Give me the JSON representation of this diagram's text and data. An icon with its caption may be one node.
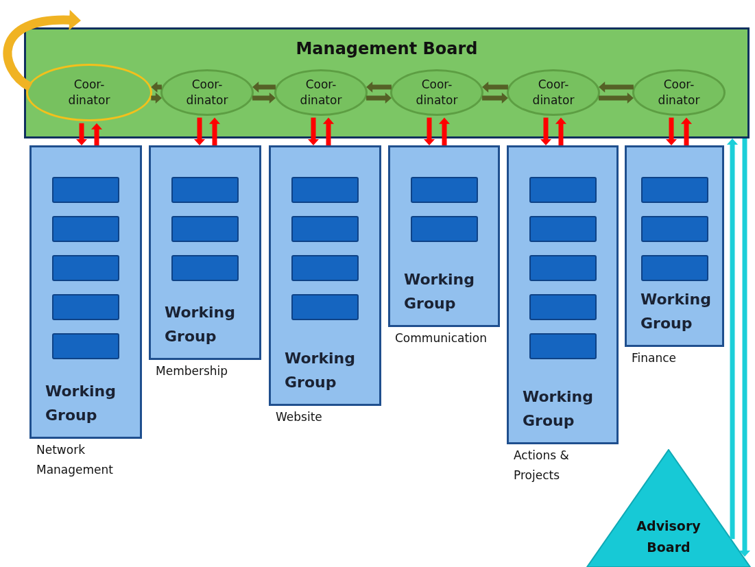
{
  "diagram": {
    "nodes": [
      {
        "text": [
          "Management Board"
        ]
      },
      {
        "text": [
          "Coor- dinator"
        ],
        "in": 0
      },
      {
        "text": [
          "Coor- dinator"
        ],
        "in": 0
      },
      {
        "text": [
          "Coor- dinator"
        ],
        "in": 0
      },
      {
        "text": [
          "Coor- dinator"
        ],
        "in": 0
      },
      {
        "text": [
          "Coor- dinator"
        ],
        "in": 0
      },
      {
        "text": [
          "Coor- dinator"
        ],
        "in": 0
      },
      {
        "text": [
          "Working Group"
        ],
        "beside": [
          "Network Management"
        ]
      },
      {
        "text": [],
        "shape": "box",
        "in": 7
      },
      {
        "text": [],
        "shape": "box",
        "in": 7
      },
      {
        "text": [],
        "shape": "box",
        "in": 7
      },
      {
        "text": [],
        "shape": "box",
        "in": 7
      },
      {
        "text": [],
        "shape": "box",
        "in": 7
      },
      {
        "text": [
          "Working Group"
        ],
        "beside": [
          "Membership"
        ]
      },
      {
        "text": [],
        "shape": "box",
        "in": 13
      },
      {
        "text": [],
        "shape": "box",
        "in": 13
      },
      {
        "text": [],
        "shape": "box",
        "in": 13
      },
      {
        "text": [
          "Working Group"
        ],
        "beside": [
          "Website"
        ]
      },
      {
        "text": [],
        "shape": "box",
        "in": 17
      },
      {
        "text": [],
        "shape": "box",
        "in": 17
      },
      {
        "text": [],
        "shape": "box",
        "in": 17
      },
      {
        "text": [],
        "shape": "box",
        "in": 17
      },
      {
        "text": [
          "Working Group"
        ],
        "beside": [
          "Communication"
        ]
      },
      {
        "text": [],
        "shape": "box",
        "in": 22
      },
      {
        "text": [],
        "shape": "box",
        "in": 22
      },
      {
        "text": [
          "Working Group"
        ],
        "beside": [
          "Actions & Projects"
        ]
      },
      {
        "text": [],
        "shape": "box",
        "in": 25
      },
      {
        "text": [],
        "shape": "box",
        "in": 25
      },
      {
        "text": [],
        "shape": "box",
        "in": 25
      },
      {
        "text": [],
        "shape": "box",
        "in": 25
      },
      {
        "text": [],
        "shape": "box",
        "in": 25
      },
      {
        "text": [
          "Working Group"
        ],
        "beside": [
          "Finance"
        ]
      },
      {
        "text": [],
        "shape": "box",
        "in": 31
      },
      {
        "text": [],
        "shape": "box",
        "in": 31
      },
      {
        "text": [],
        "shape": "box",
        "in": 31
      },
      {
        "text": [
          "Advisory Board"
        ]
      }
    ],
    "edges": [
      {
        "from": 1,
        "to": null,
        "arrow": "to",
        "style": "thick",
        "color": "#f0b323"
      },
      {
        "from": 2,
        "to": 1,
        "arrow": "to",
        "color": "#556126"
      },
      {
        "from": 1,
        "to": 2,
        "arrow": "to",
        "color": "#556126"
      },
      {
        "from": 3,
        "to": 2,
        "arrow": "to",
        "color": "#556126"
      },
      {
        "from": 2,
        "to": 3,
        "arrow": "to",
        "color": "#556126"
      },
      {
        "from": 4,
        "to": 3,
        "arrow": "to",
        "color": "#556126"
      },
      {
        "from": 3,
        "to": 4,
        "arrow": "to",
        "color": "#556126"
      },
      {
        "from": 5,
        "to": 4,
        "arrow": "to",
        "color": "#556126"
      },
      {
        "from": 4,
        "to": 5,
        "arrow": "to",
        "color": "#556126"
      },
      {
        "from": 6,
        "to": 5,
        "arrow": "to",
        "color": "#556126"
      },
      {
        "from": 5,
        "to": 6,
        "arrow": "to",
        "color": "#556126"
      },
      {
        "from": 1,
        "to": 7,
        "arrow": "to"
      },
      {
        "from": 7,
        "to": 1,
        "arrow": "to"
      },
      {
        "from": 2,
        "to": 13,
        "arrow": "to"
      },
      {
        "from": 13,
        "to": 2,
        "arrow": "to"
      },
      {
        "from": 3,
        "to": 17,
        "arrow": "to"
      },
      {
        "from": 17,
        "to": 3,
        "arrow": "to"
      },
      {
        "from": 4,
        "to": 22,
        "arrow": "to"
      },
      {
        "from": 22,
        "to": 4,
        "arrow": "to"
      },
      {
        "from": 5,
        "to": 25,
        "arrow": "to"
      },
      {
        "from": 25,
        "to": 5,
        "arrow": "to"
      },
      {
        "from": 6,
        "to": 31,
        "arrow": "to"
      },
      {
        "from": 31,
        "to": 6,
        "arrow": "to"
      },
      {
        "from": 35,
        "to": 0,
        "arrow": "to",
        "color": "#1ccfd9"
      },
      {
        "from": 0,
        "to": 35,
        "arrow": "to",
        "color": "#1ccfd9"
      }
    ]
  }
}
